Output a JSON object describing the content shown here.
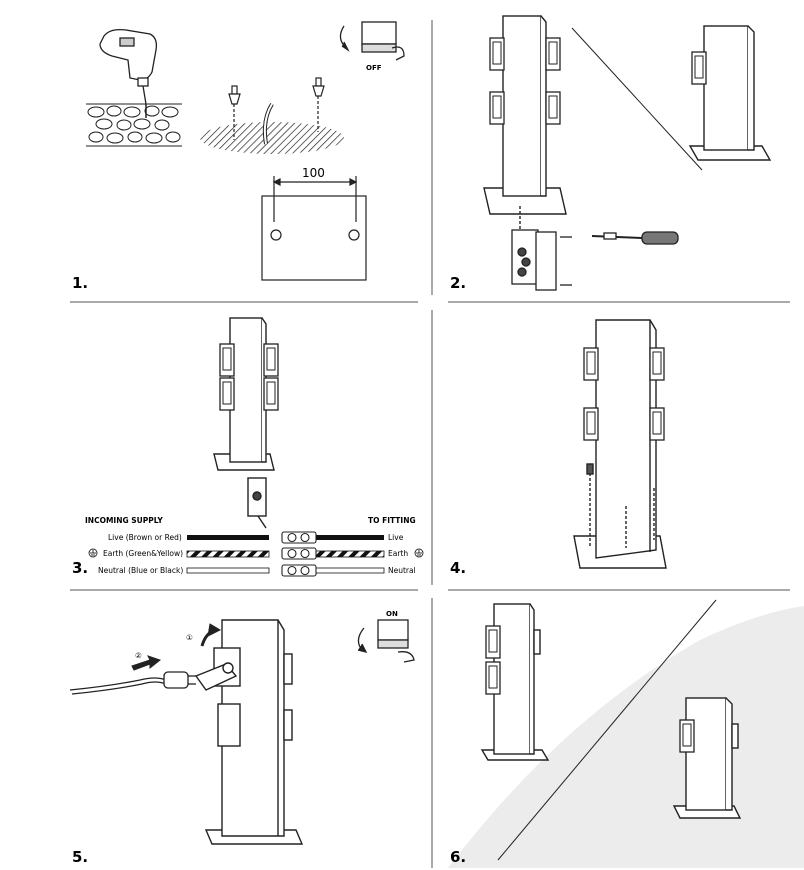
{
  "steps": [
    {
      "number": "1."
    },
    {
      "number": "2."
    },
    {
      "number": "3."
    },
    {
      "number": "4."
    },
    {
      "number": "5."
    },
    {
      "number": "6."
    }
  ],
  "step1": {
    "dimension": "100",
    "switch_label": "OFF"
  },
  "step3": {
    "incoming_header": "INCOMING SUPPLY",
    "fitting_header": "TO FITTING",
    "wires": [
      {
        "in_label": "Live (Brown or Red)",
        "out_label": "Live"
      },
      {
        "in_label": "Earth (Green&Yellow)",
        "out_label": "Earth"
      },
      {
        "in_label": "Neutral (Blue or Black)",
        "out_label": "Neutral"
      }
    ]
  },
  "step5": {
    "switch_label": "ON",
    "callout_1": "①",
    "callout_2": "②"
  },
  "icons": [
    "drill-icon",
    "wall-plug-icon",
    "switch-off-icon",
    "screwdriver-icon",
    "earth-symbol-icon",
    "switch-on-icon",
    "plug-icon",
    "arrow-icon"
  ],
  "colors": {
    "line": "#222222",
    "divider": "#555555",
    "shade": "#ececec"
  }
}
